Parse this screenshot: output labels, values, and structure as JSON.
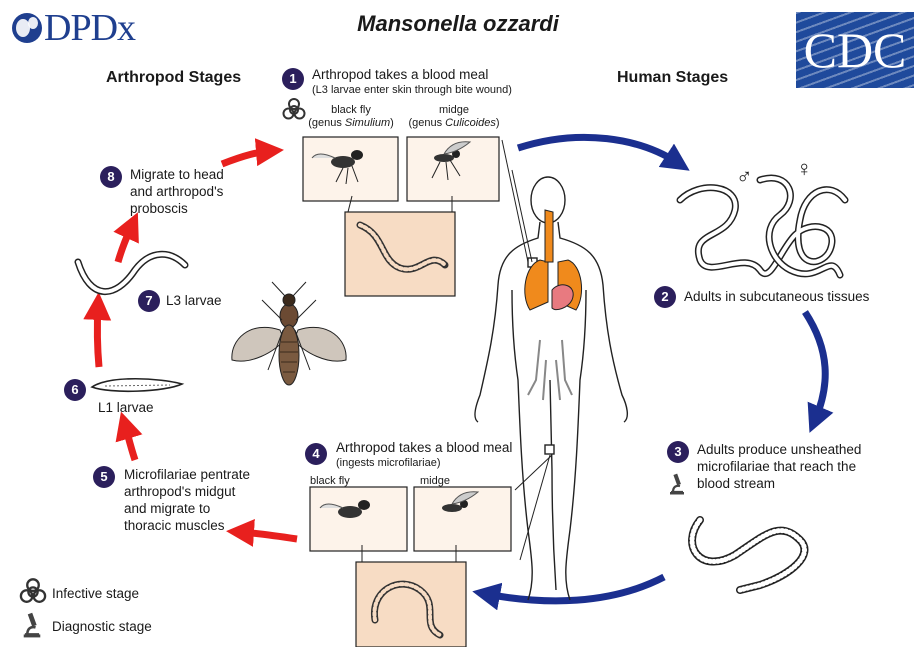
{
  "header": {
    "title": "Mansonella ozzardi",
    "left_logo_text": "DPDx",
    "right_logo_text": "CDC"
  },
  "section_headings": {
    "arthropod": "Arthropod Stages",
    "human": "Human Stages"
  },
  "steps": [
    {
      "num": "1",
      "text": "Arthropod takes a blood meal",
      "subtext": "(L3 larvae enter skin  through bite wound)"
    },
    {
      "num": "2",
      "text": "Adults in subcutaneous tissues"
    },
    {
      "num": "3",
      "line1": "Adults produce unsheathed",
      "line2": "microfilariae that reach the",
      "line3": "blood stream"
    },
    {
      "num": "4",
      "text": "Arthropod takes a blood meal",
      "subtext": "(ingests microfilariae)"
    },
    {
      "num": "5",
      "line1": "Microfilariae pentrate",
      "line2": "arthropod's midgut",
      "line3": "and migrate to",
      "line4": "thoracic muscles"
    },
    {
      "num": "6",
      "text": "L1 larvae"
    },
    {
      "num": "7",
      "text": "L3 larvae"
    },
    {
      "num": "8",
      "line1": "Migrate to head",
      "line2": "and arthropod's",
      "line3": "proboscis"
    }
  ],
  "vector_labels": {
    "top_blackfly_1": "black fly",
    "top_blackfly_genus_pre": "(genus ",
    "top_blackfly_genus": "Simulium",
    "top_blackfly_genus_post": ")",
    "top_midge_1": "midge",
    "top_midge_genus_pre": "(genus ",
    "top_midge_genus": "Culicoides",
    "top_midge_genus_post": ")",
    "bottom_blackfly": "black fly",
    "bottom_midge": "midge"
  },
  "sex_symbols": {
    "male": "♂",
    "female": "♀"
  },
  "legend": {
    "infective": "Infective stage",
    "diagnostic": "Diagnostic stage"
  },
  "icons": [
    "biohazard-icon",
    "microscope-icon"
  ],
  "colors": {
    "step_badge": "#2b1f5c",
    "red_arrow": "#e8201e",
    "blue_arrow": "#1b2f8f",
    "inset_fill": "#f7dcc4",
    "lungs": "#f08a1c",
    "heart": "#e87a80",
    "brand_blue": "#1f4a9c"
  }
}
